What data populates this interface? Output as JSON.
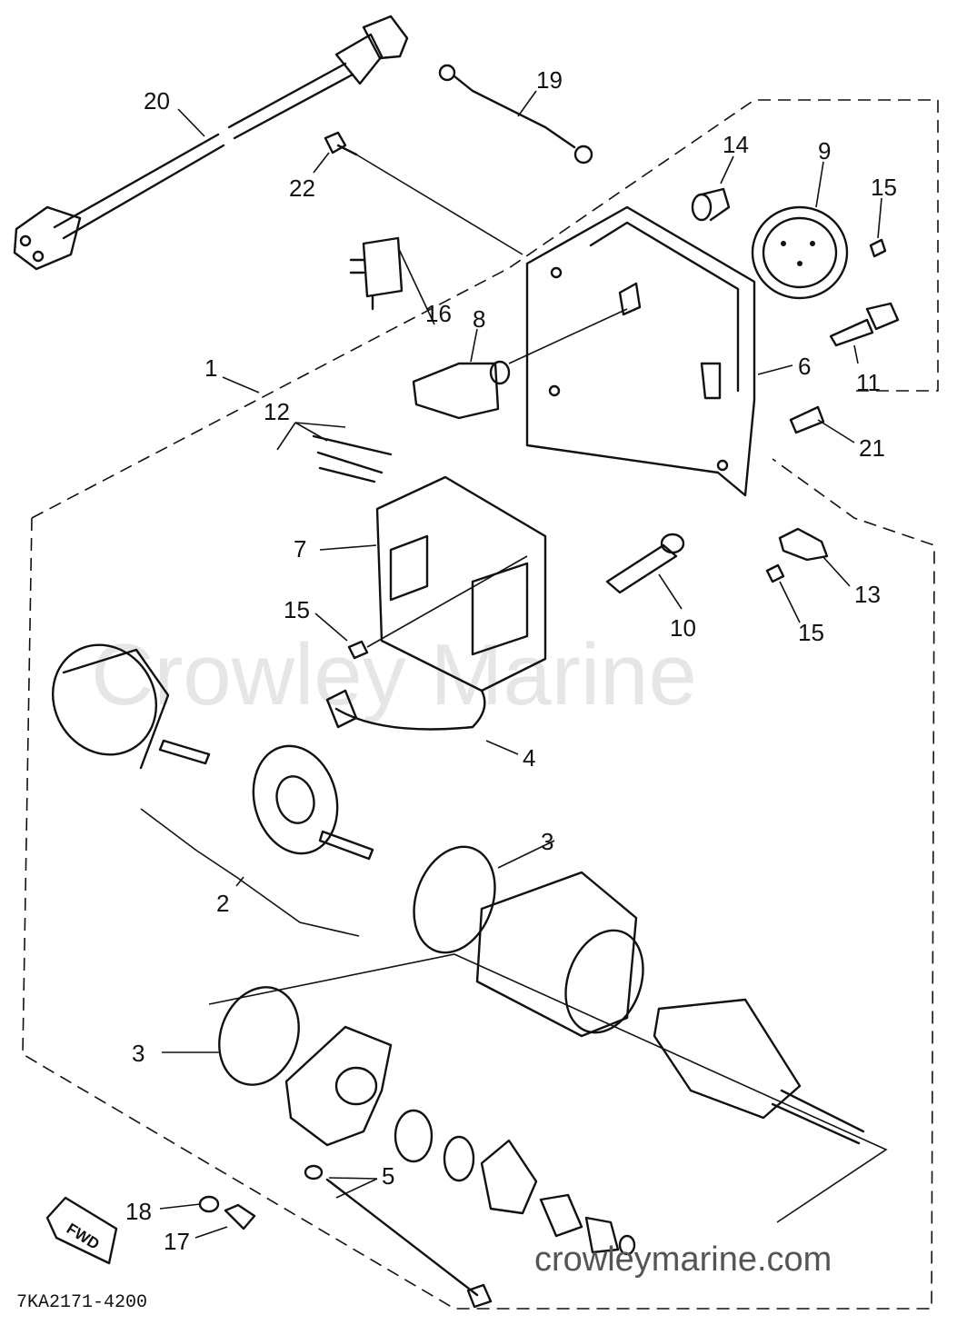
{
  "watermark": "Crowley Marine",
  "site": "crowleymarine.com",
  "diagram_code": "7KA2171-4200",
  "fwd_label": "FWD",
  "callouts": [
    {
      "id": "c1",
      "text": "1"
    },
    {
      "id": "c2",
      "text": "2"
    },
    {
      "id": "c3a",
      "text": "3"
    },
    {
      "id": "c3b",
      "text": "3"
    },
    {
      "id": "c4",
      "text": "4"
    },
    {
      "id": "c5",
      "text": "5"
    },
    {
      "id": "c6",
      "text": "6"
    },
    {
      "id": "c7",
      "text": "7"
    },
    {
      "id": "c8",
      "text": "8"
    },
    {
      "id": "c9",
      "text": "9"
    },
    {
      "id": "c10",
      "text": "10"
    },
    {
      "id": "c11",
      "text": "11"
    },
    {
      "id": "c12",
      "text": "12"
    },
    {
      "id": "c13",
      "text": "13"
    },
    {
      "id": "c14",
      "text": "14"
    },
    {
      "id": "c15a",
      "text": "15"
    },
    {
      "id": "c15b",
      "text": "15"
    },
    {
      "id": "c15c",
      "text": "15"
    },
    {
      "id": "c16",
      "text": "16"
    },
    {
      "id": "c17",
      "text": "17"
    },
    {
      "id": "c18",
      "text": "18"
    },
    {
      "id": "c19",
      "text": "19"
    },
    {
      "id": "c20",
      "text": "20"
    },
    {
      "id": "c21",
      "text": "21"
    },
    {
      "id": "c22",
      "text": "22"
    }
  ]
}
